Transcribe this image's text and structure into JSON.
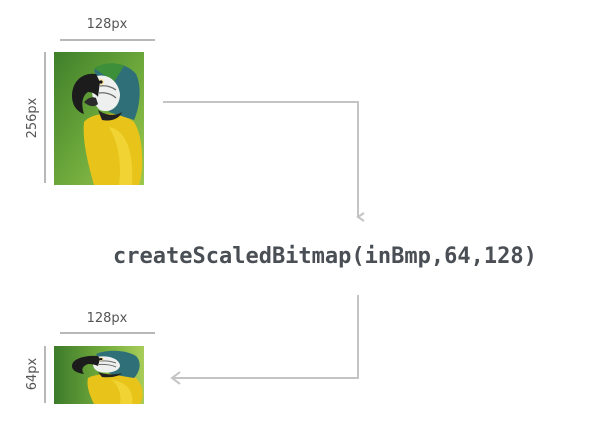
{
  "source_image": {
    "width_label": "128px",
    "height_label": "256px",
    "subject": "macaw-parrot-photo"
  },
  "operation": {
    "code": "createScaledBitmap(inBmp,64,128)"
  },
  "result_image": {
    "width_label": "128px",
    "height_label": "64px",
    "subject": "macaw-parrot-photo"
  },
  "colors": {
    "dimension_line": "#b8b8b8",
    "arrow_line": "#c4c4c4",
    "code_text": "#4a4f55",
    "label_text": "#555555"
  }
}
